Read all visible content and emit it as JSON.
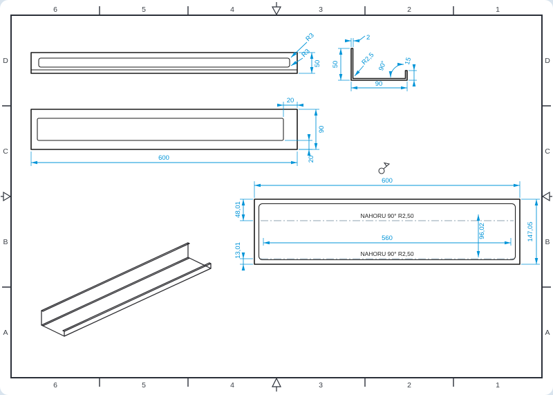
{
  "sheet": {
    "zone_columns": [
      "6",
      "5",
      "4",
      "3",
      "2",
      "1"
    ],
    "zone_rows": [
      "D",
      "C",
      "B",
      "A"
    ],
    "colors": {
      "dimension": "#0094d8",
      "outline": "#1a1a1a",
      "frame": "#2a2f38"
    }
  },
  "front_view": {
    "radius_top": "R3",
    "radius_bottom": "R3",
    "height": "50"
  },
  "top_view": {
    "end_offset": "20",
    "width": "90",
    "length": "600",
    "side_offset": "20"
  },
  "section_view": {
    "thickness": "2",
    "leg_height": "50",
    "bend_radius": "R2,5",
    "bend_angle": "90°",
    "lip_height": "15",
    "width": "90"
  },
  "flat_pattern": {
    "length": "600",
    "top_bend_offset": "48,01",
    "bottom_bend_offset": "13,01",
    "inner_length": "560",
    "inner_width": "96,02",
    "total_width": "147,05",
    "bend_note_top": "NAHORU 90° R2,50",
    "bend_note_bottom": "NAHORU 90° R2,50"
  }
}
